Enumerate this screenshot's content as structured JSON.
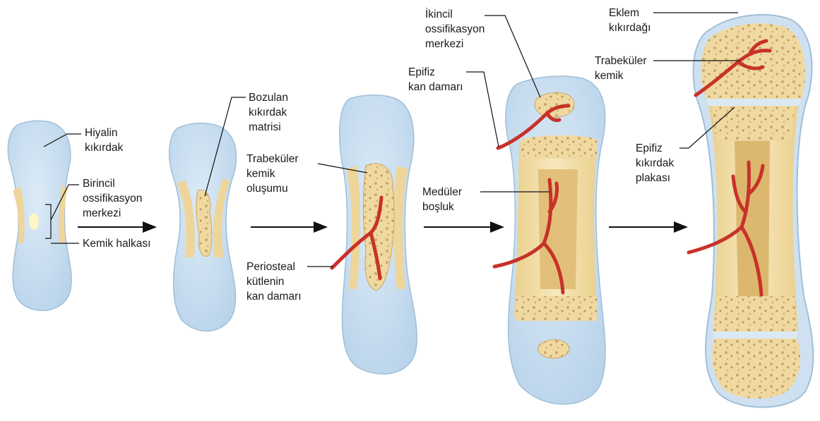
{
  "labels": {
    "hyaline": [
      "Hiyalin",
      "kıkırdak"
    ],
    "primary_center": [
      "Birincil",
      "ossifikasyon",
      "merkezi"
    ],
    "bone_collar": [
      "Kemik halkası"
    ],
    "degraded_matrix": [
      "Bozulan",
      "kıkırdak",
      "matrisi"
    ],
    "trabecular_formation": [
      "Trabeküler",
      "kemik",
      "oluşumu"
    ],
    "periosteal_vessel": [
      "Periosteal",
      "kütlenin",
      "kan damarı"
    ],
    "secondary_center": [
      "İkincil",
      "ossifikasyon",
      "merkezi"
    ],
    "epiphyseal_vessel": [
      "Epifiz",
      "kan damarı"
    ],
    "medullary_cavity": [
      "Medüler",
      "boşluk"
    ],
    "articular_cartilage": [
      "Eklem",
      "kıkırdağı"
    ],
    "trabecular_bone": [
      "Trabeküler",
      "kemik"
    ],
    "epiphyseal_plate": [
      "Epifiz",
      "kıkırdak",
      "plakası"
    ]
  },
  "colors": {
    "cartilage": "#c9dff0",
    "cartilage_edge": "#9fbfd8",
    "bone": "#f3dfa6",
    "spongy": "#e8c98a",
    "vessel": "#c8312a",
    "arrow": "#111111"
  }
}
